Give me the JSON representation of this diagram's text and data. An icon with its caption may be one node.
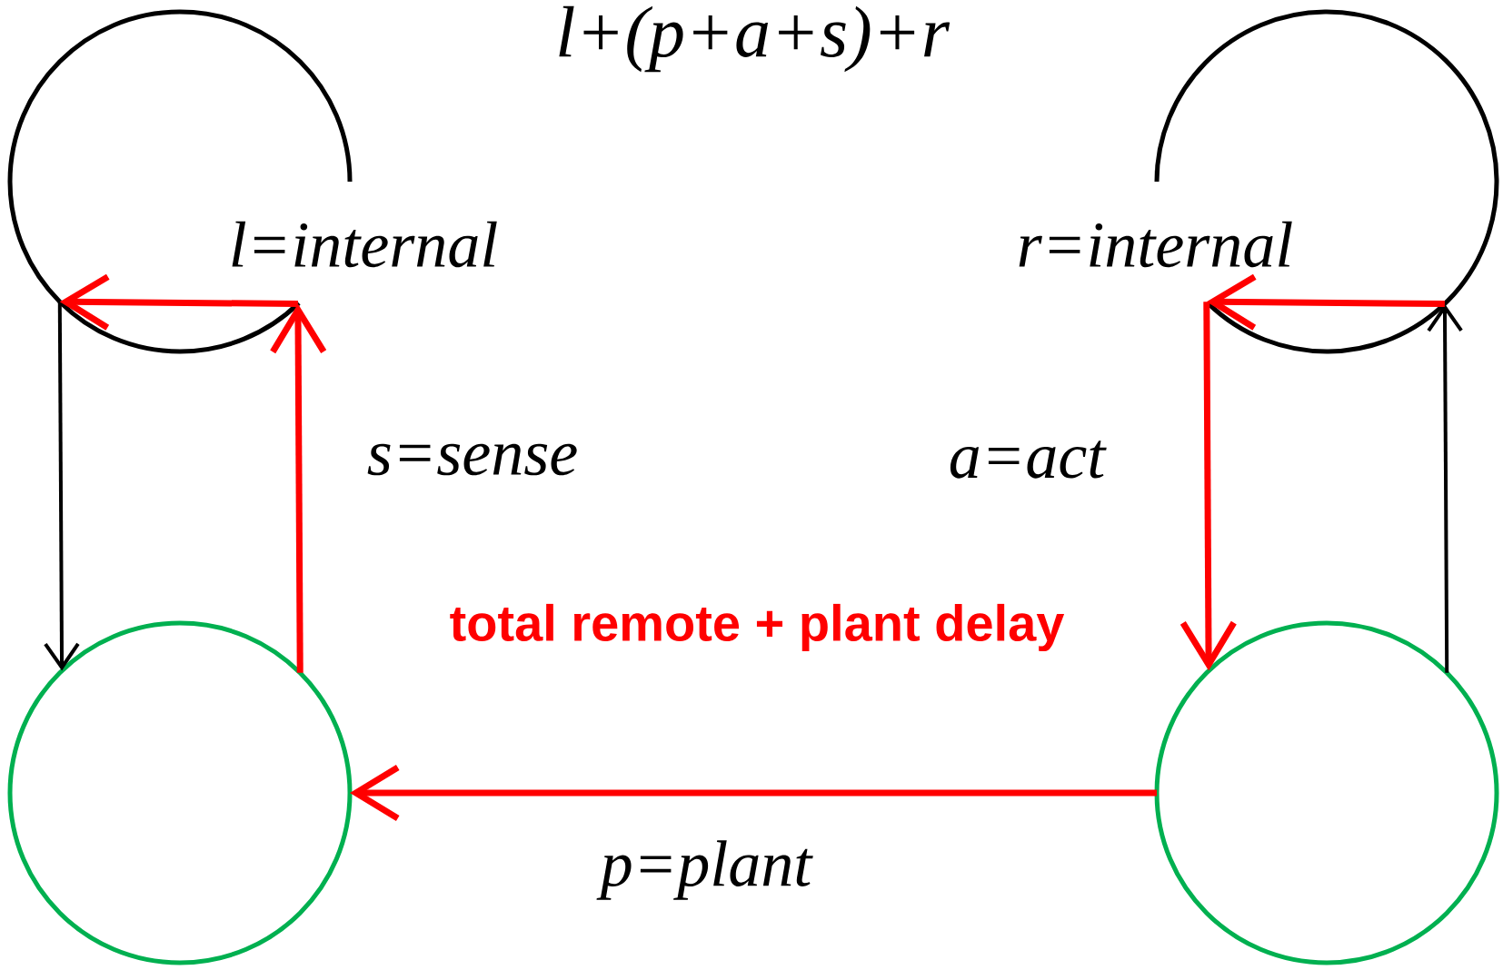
{
  "diagram": {
    "title": "l+(p+a+s)+r",
    "nodes": [
      {
        "text": [],
        "shape": "circle"
      },
      {
        "text": [],
        "shape": "circle"
      },
      {
        "text": [],
        "shape": "circle"
      },
      {
        "text": [],
        "shape": "circle"
      }
    ],
    "edges": [
      {
        "from": 0,
        "to": 2,
        "arrow": "to",
        "color": "#000000"
      },
      {
        "from": 2,
        "to": 0,
        "arrow": "to",
        "label": "s=sense"
      },
      {
        "from": 0,
        "to": 0,
        "arrow": "to",
        "label": "l=internal"
      },
      {
        "from": 3,
        "to": 1,
        "arrow": "to",
        "color": "#000000"
      },
      {
        "from": 1,
        "to": 1,
        "arrow": "to",
        "label": "r=internal"
      },
      {
        "from": 1,
        "to": 3,
        "arrow": "to",
        "label": "a=act"
      },
      {
        "from": 3,
        "to": 2,
        "arrow": "to",
        "label": "p=plant"
      }
    ],
    "labels": [
      "total remote + plant delay"
    ]
  }
}
